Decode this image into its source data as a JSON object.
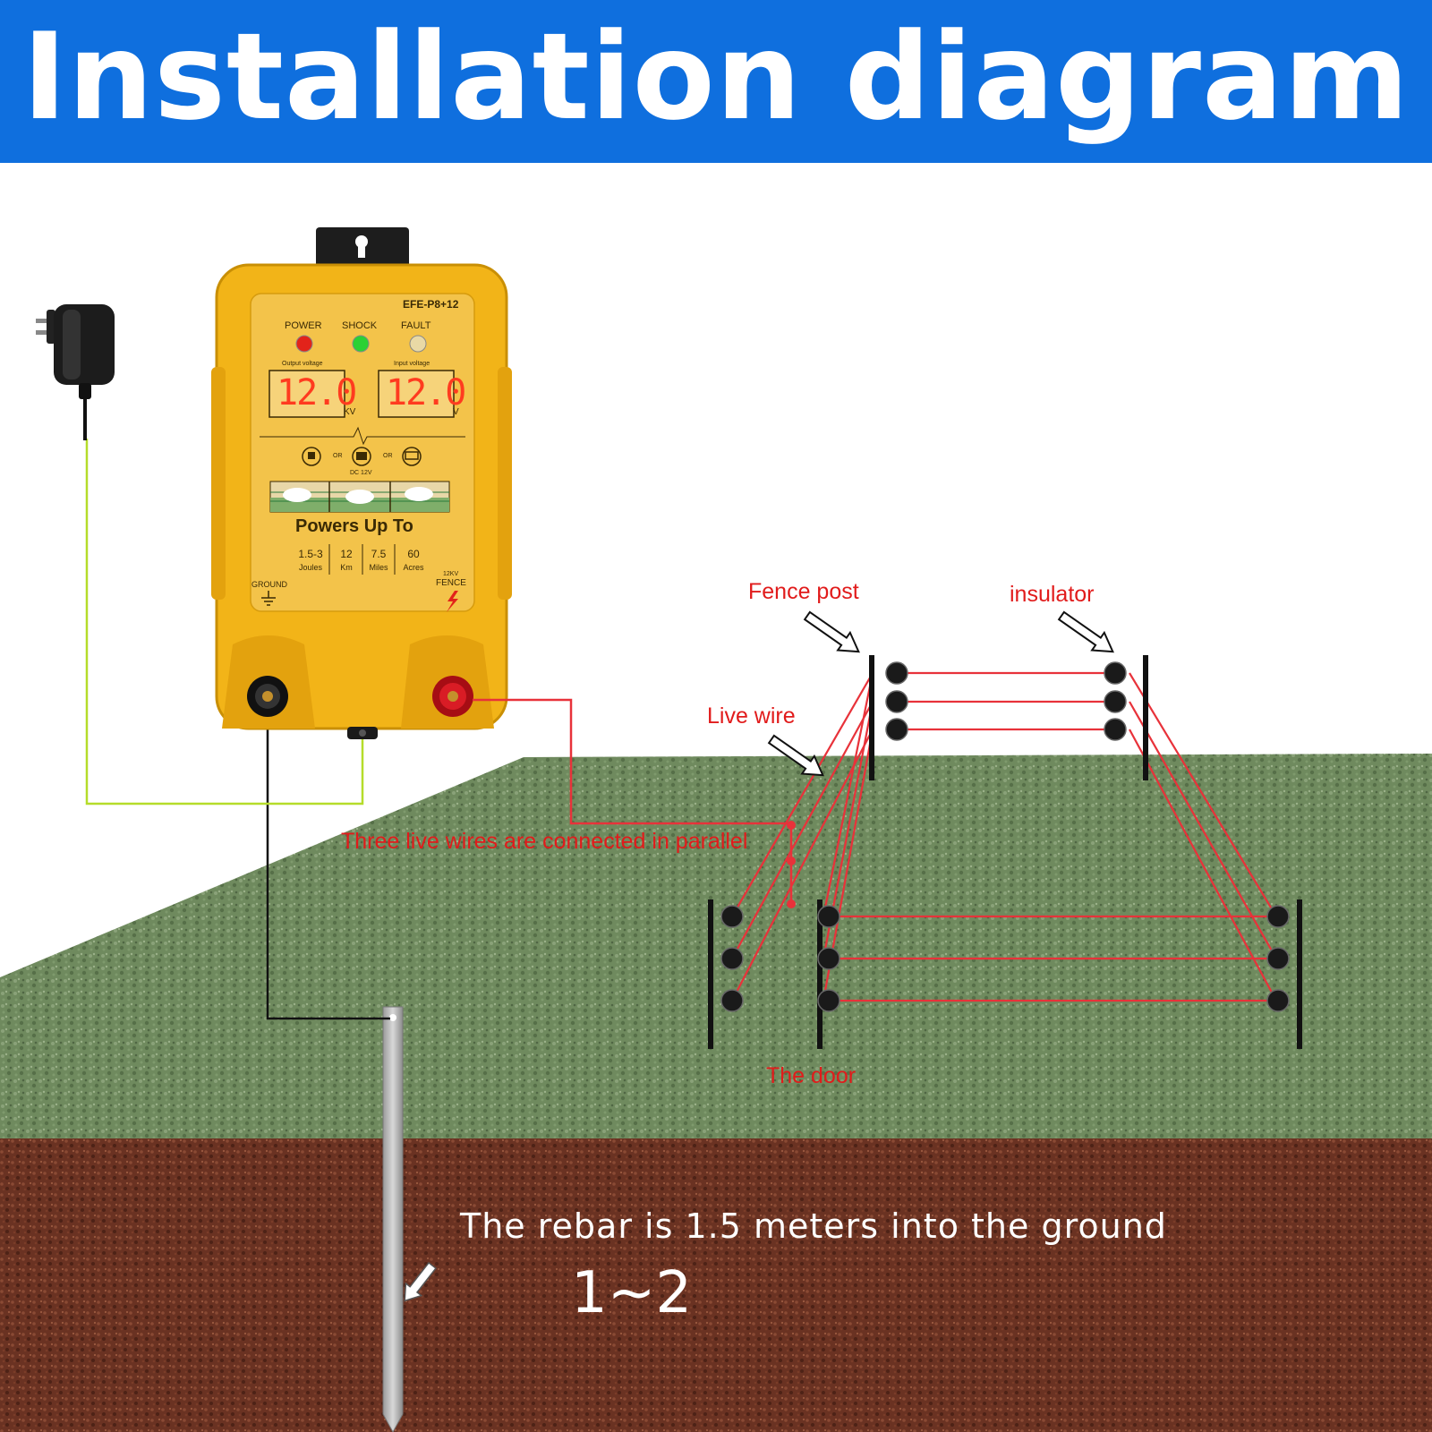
{
  "header": {
    "title": "Installation diagram"
  },
  "device": {
    "model": "EFE-P8+12",
    "indicators": {
      "power": "POWER",
      "shock": "SHOCK",
      "fault": "FAULT"
    },
    "output_label": "Output voltage",
    "input_label": "Input voltage",
    "output_value": "12.0",
    "input_value": "12.0",
    "output_unit": "KV",
    "input_unit": "V",
    "or_label": "OR",
    "dc_label": "DC 12V",
    "powers_heading": "Powers Up To",
    "specs": [
      {
        "value": "1.5-3",
        "unit": "Joules"
      },
      {
        "value": "12",
        "unit": "Km"
      },
      {
        "value": "7.5",
        "unit": "Miles"
      },
      {
        "value": "60",
        "unit": "Acres"
      }
    ],
    "ground_label": "GROUND",
    "fence_kv_label": "12KV",
    "fence_label": "FENCE"
  },
  "labels": {
    "fence_post": "Fence post",
    "insulator": "insulator",
    "live_wire": "Live wire",
    "parallel": "Three live wires are connected in parallel",
    "door": "The door",
    "rebar": "The rebar is 1.5 meters into the ground",
    "depth": "1~2"
  },
  "colors": {
    "header_bg": "#0f6fde",
    "device_body": "#f2b418",
    "grass": "#6f8a5e",
    "soil": "#6a3222",
    "live_wire": "#e8323a",
    "ground_wire": "#b5dc2a",
    "label_red": "#e11b1b"
  },
  "icons": [
    "power-adapter-icon",
    "plug-icon",
    "battery-icon",
    "solar-panel-icon",
    "lightning-icon",
    "ground-symbol-icon",
    "arrow-icon"
  ]
}
